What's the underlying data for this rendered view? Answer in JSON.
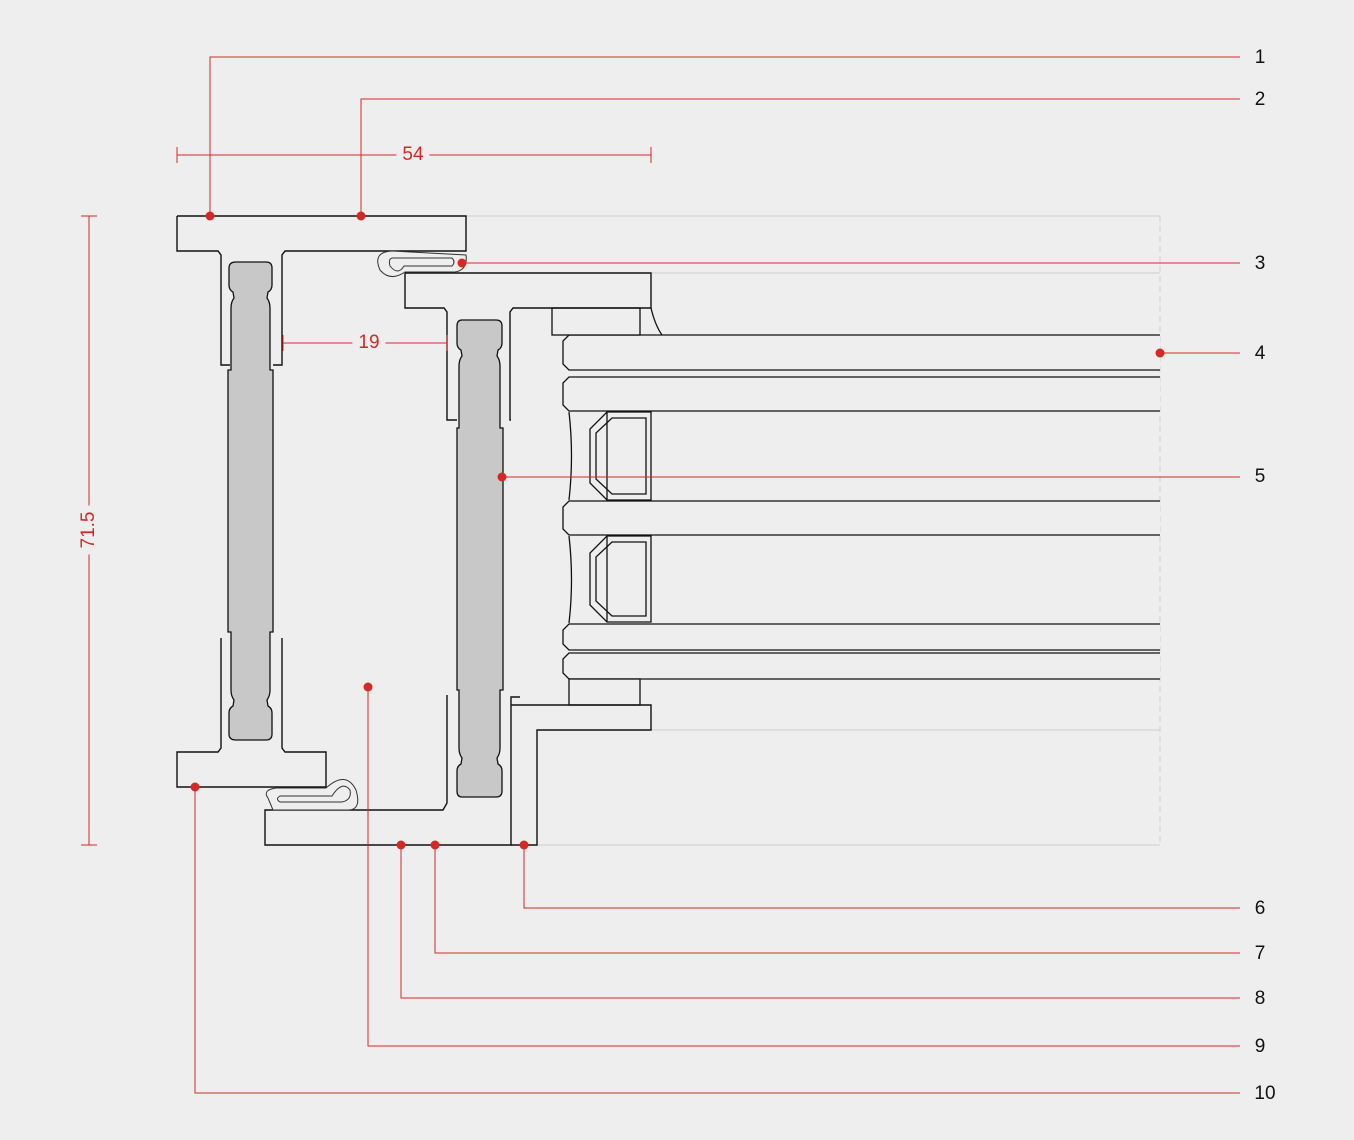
{
  "colors": {
    "accent": "#d42a26",
    "background": "#eeeeee",
    "outline": "#111111",
    "glass": "#c8c8c8",
    "guide": "#cfcfcf"
  },
  "callouts": [
    {
      "number": "1"
    },
    {
      "number": "2"
    },
    {
      "number": "3"
    },
    {
      "number": "4"
    },
    {
      "number": "5"
    },
    {
      "number": "6"
    },
    {
      "number": "7"
    },
    {
      "number": "8"
    },
    {
      "number": "9"
    },
    {
      "number": "10"
    }
  ],
  "dimensions": {
    "width": "54",
    "gap": "19",
    "height": "71.5"
  }
}
